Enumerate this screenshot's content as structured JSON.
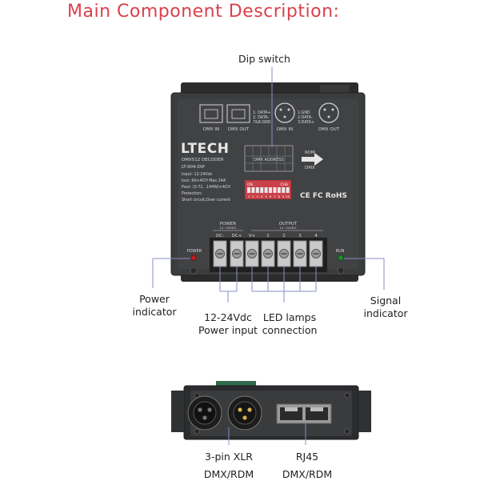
{
  "title": "Main Component Description:",
  "callouts": {
    "dip_switch": "Dip switch",
    "power_indicator": [
      "Power",
      "indicator"
    ],
    "power_input": [
      "12-24Vdc",
      "Power input"
    ],
    "led_lamps": [
      "LED lamps",
      "connection"
    ],
    "signal_indicator": [
      "Signal",
      "indicator"
    ],
    "xlr": [
      "3-pin XLR",
      "DMX/RDM"
    ],
    "rj45": [
      "RJ45",
      "DMX/RDM"
    ]
  },
  "device": {
    "brand": "LTECH",
    "model_line": "DMX512  DECODER",
    "model": "LT-904-DIP",
    "specs": [
      "Input: 12-24Vdc",
      "Iout:  6A×4CH   Max 24A",
      "Pout: (0-72...144W)×4CH",
      "Protection:",
      "Short circuit,Over current"
    ],
    "port_labels": {
      "rj45_in": "DMX IN",
      "rj45_out": "DMX OUT",
      "xlr_in": "DMX IN",
      "xlr_out": "DMX OUT"
    },
    "rj45_pins": [
      "1: DATA+",
      "2: DATA-",
      "7&8:GND"
    ],
    "xlr_pins": [
      "1:GND",
      "2:DATA-",
      "3:DATA+"
    ],
    "dip_header": "DMX ADDRESS",
    "dip_on": "ON",
    "dip_cha": "CHA",
    "dip_numbers": [
      "1",
      "2",
      "3",
      "4",
      "5",
      "6",
      "7",
      "8",
      "9",
      "10"
    ],
    "rdm_label": "RDM",
    "dmx_label": "DMX",
    "cert": "CE FC RoHS",
    "power_group": "POWER",
    "power_group_sub": "12~24VDC",
    "output_group": "OUTPUT",
    "output_group_sub": "12~24VDC",
    "terminals": [
      "DC-",
      "DC+",
      "V+",
      "1",
      "2",
      "3",
      "4"
    ],
    "power_led_label": "POWER",
    "run_led_label": "RUN"
  }
}
